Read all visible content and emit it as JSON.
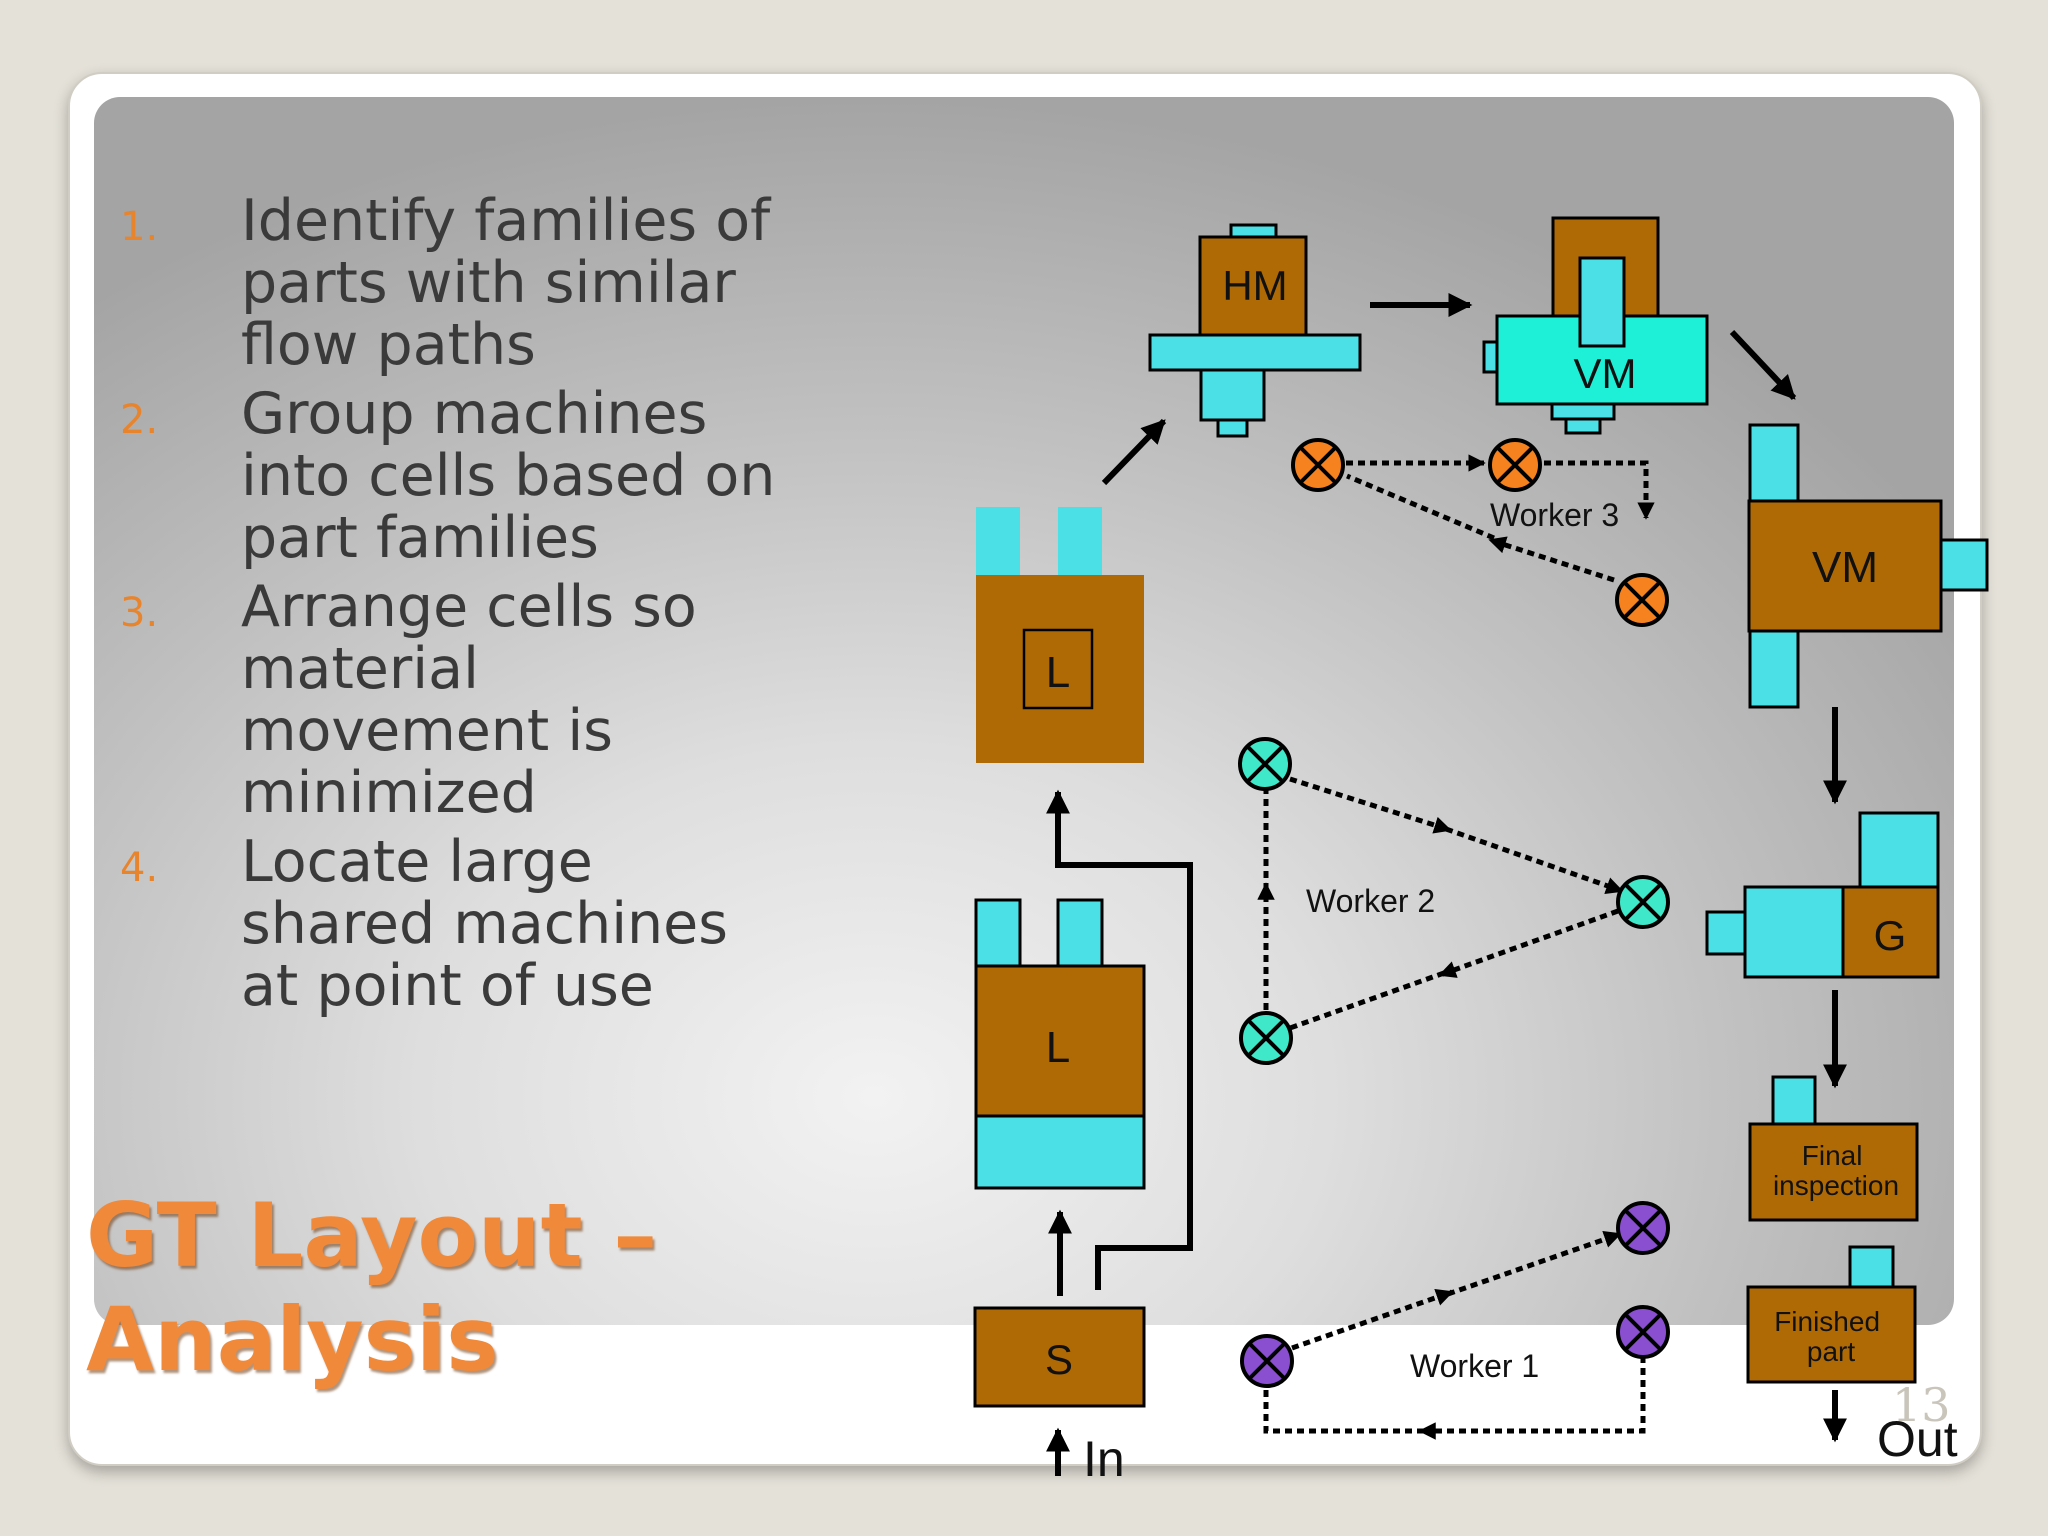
{
  "slide": {
    "title": "GT Layout –\nAnalysis",
    "page_number": "13",
    "list": [
      {
        "num": "1.",
        "text": "Identify families of\nparts with similar\nflow paths"
      },
      {
        "num": "2.",
        "text": "Group machines\ninto cells based on\npart families"
      },
      {
        "num": "3.",
        "text": "Arrange cells so\nmaterial\nmovement is\nminimized"
      },
      {
        "num": "4.",
        "text": "Locate large\nshared machines\nat point of use"
      }
    ]
  },
  "diagram": {
    "machines": {
      "hm": "HM",
      "vm_top": "VM",
      "vm_right": "VM",
      "lathe_upper": "L",
      "lathe_lower": "L",
      "saw": "S",
      "grinder": "G",
      "final_inspection": "Final\ninspection",
      "finished_part": "Finished\npart"
    },
    "workers": {
      "worker1": "Worker 1",
      "worker2": "Worker 2",
      "worker3": "Worker 3"
    },
    "flow": {
      "in": "In",
      "out": "Out"
    }
  },
  "colors": {
    "machine_brown": "#b06a05",
    "machine_cyan": "#4ae0e6",
    "worker3": "#f5821f",
    "worker2": "#3fe8c8",
    "worker1": "#8a4fd1",
    "accent_orange": "#e8842c"
  }
}
